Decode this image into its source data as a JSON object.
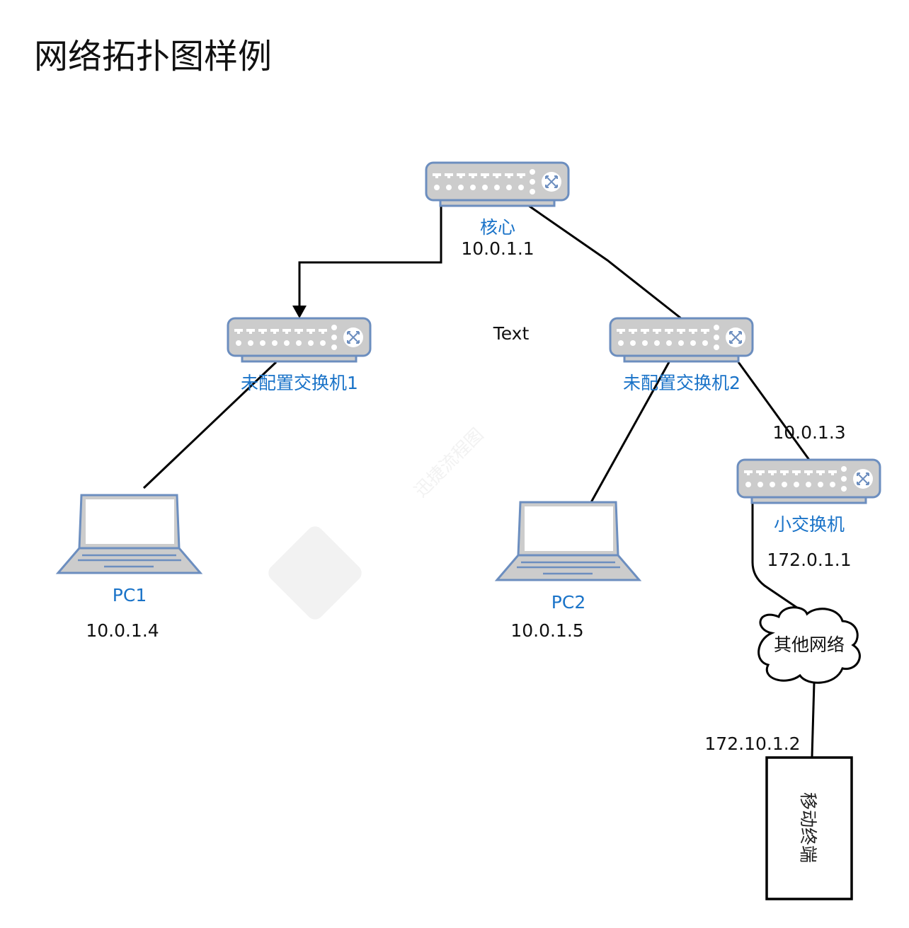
{
  "title": "网络拓扑图样例",
  "watermark": "迅捷流程图",
  "colors": {
    "device_stroke": "#6c8ebf",
    "device_fill": "#cccccc",
    "label_blue": "#1a73c8"
  },
  "nodes": {
    "core": {
      "name": "核心",
      "ip": "10.0.1.1"
    },
    "switch1": {
      "name": "未配置交换机1"
    },
    "switch2": {
      "name": "未配置交换机2"
    },
    "small_switch": {
      "name": "小交换机",
      "ip": "172.0.1.1",
      "uplink_ip": "10.0.1.3"
    },
    "pc1": {
      "name": "PC1",
      "ip": "10.0.1.4"
    },
    "pc2": {
      "name": "PC2",
      "ip": "10.0.1.5"
    },
    "cloud": {
      "name": "其他网络"
    },
    "mobile": {
      "name": "移动终端",
      "ip": "172.10.1.2"
    }
  },
  "free_text": "Text"
}
